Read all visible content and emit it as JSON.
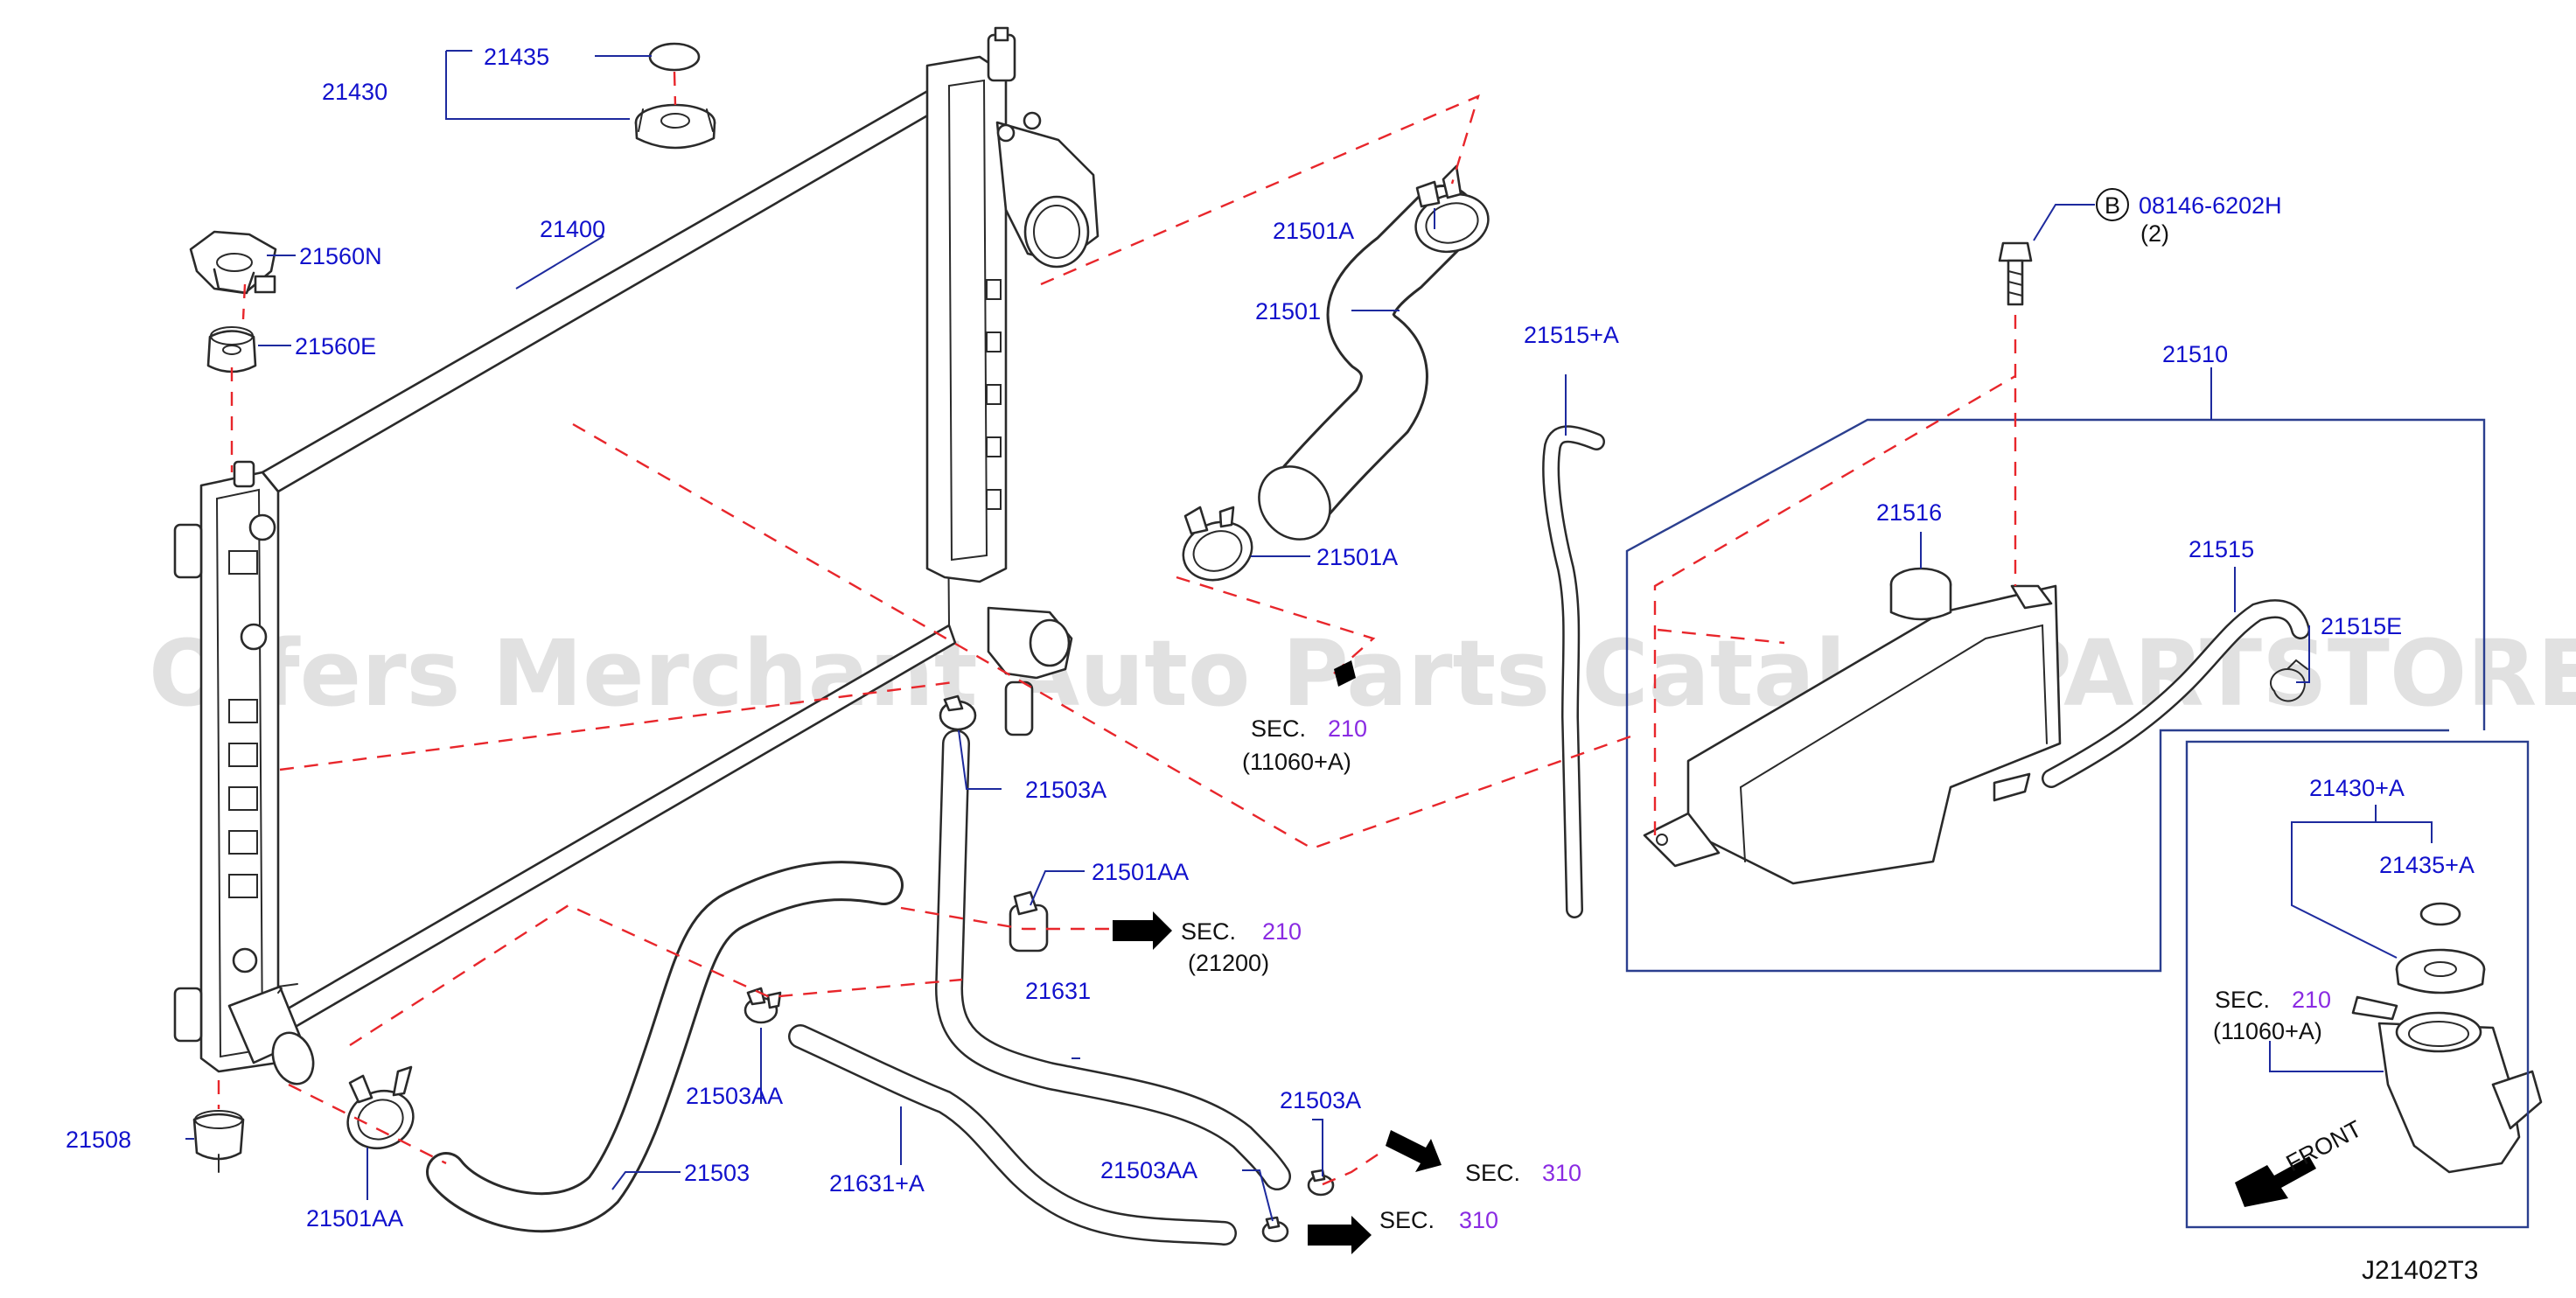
{
  "diagram_code": "J21402T3",
  "watermark": "Offers Merchant Auto Parts Catalog PARTSTORE SA",
  "labels": {
    "p21430": "21430",
    "p21435": "21435",
    "p21400": "21400",
    "p21560N": "21560N",
    "p21560E": "21560E",
    "p21508": "21508",
    "p21501AA_left": "21501AA",
    "p21503": "21503",
    "p21503AA_left": "21503AA",
    "p21631plusA": "21631+A",
    "p21503A_top": "21503A",
    "p21501AA_mid": "21501AA",
    "p21631": "21631",
    "p21503A_low": "21503A",
    "p21503AA_low": "21503AA",
    "p21501A_top": "21501A",
    "p21501": "21501",
    "p21501A_low": "21501A",
    "p21515plusA": "21515+A",
    "p21510": "21510",
    "p21516": "21516",
    "p21515": "21515",
    "p21515E": "21515E",
    "p21430plusA": "21430+A",
    "p21435plusA": "21435+A"
  },
  "bolt": {
    "symbol": "B",
    "part_number": "08146-6202H",
    "quantity": "(2)"
  },
  "sec_refs": {
    "sec_word": "SEC.",
    "upper_hose": {
      "num": "210",
      "sub": "(11060+A)"
    },
    "lower_hose": {
      "num": "210",
      "sub": "(21200)"
    },
    "trans1": {
      "num": "310"
    },
    "trans2": {
      "num": "310"
    },
    "inset": {
      "num": "210",
      "sub": "(11060+A)"
    }
  },
  "inset": {
    "direction_label": "FRONT"
  }
}
